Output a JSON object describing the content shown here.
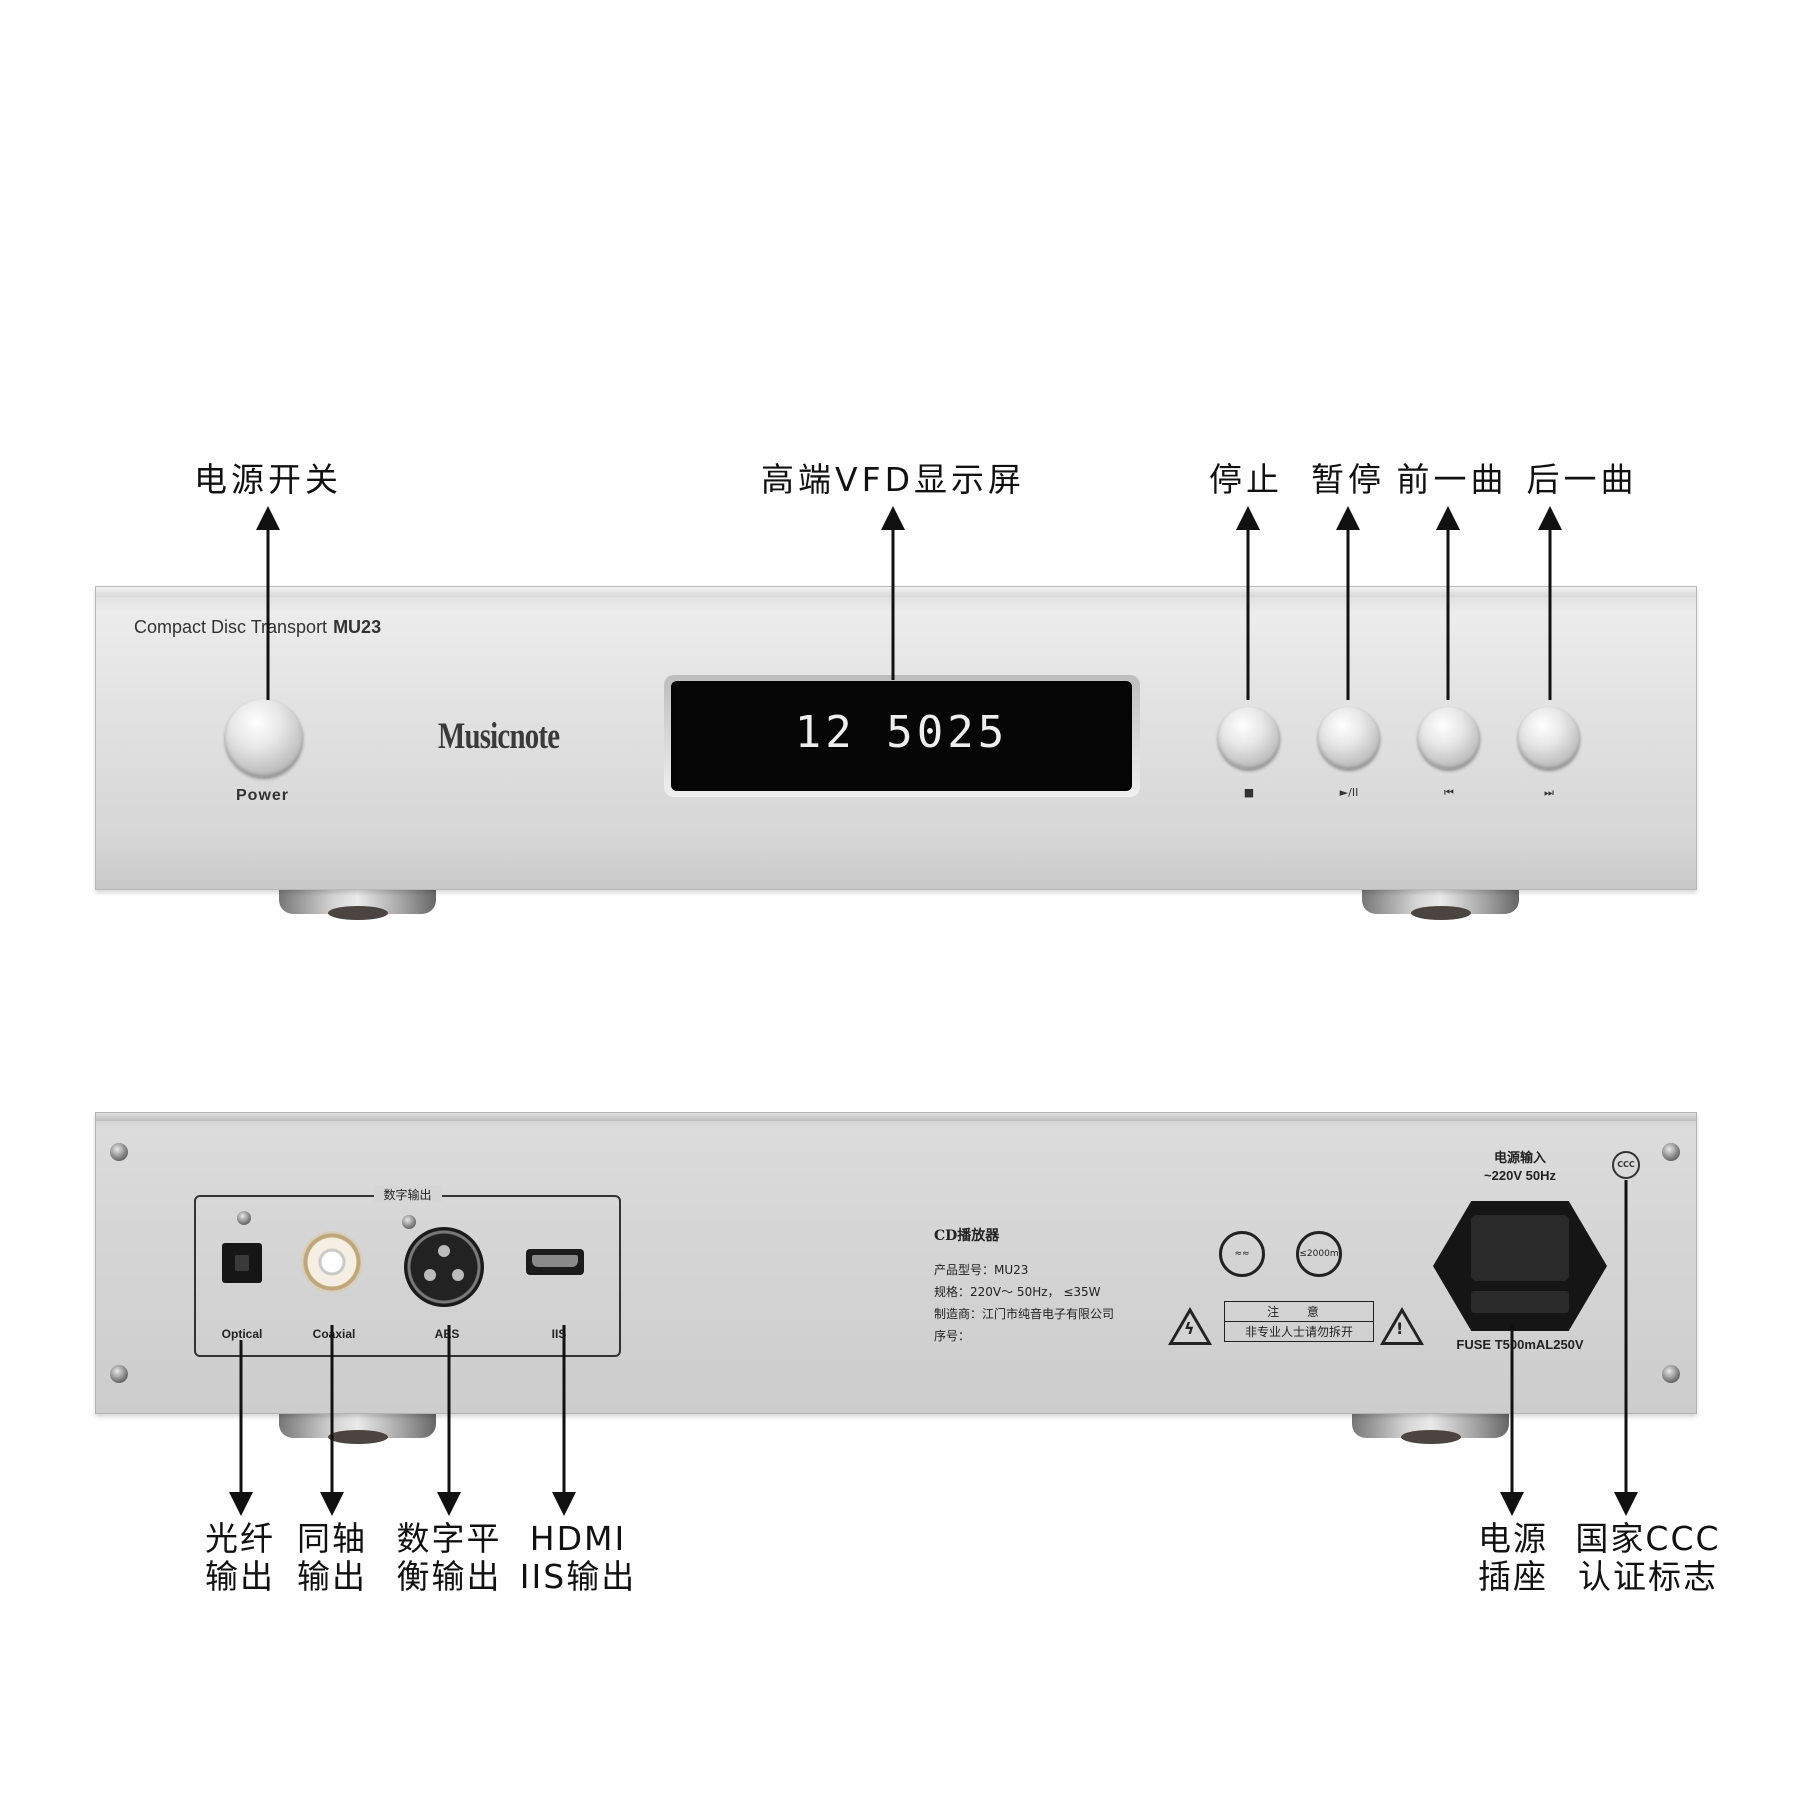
{
  "callouts_top": {
    "power_switch": "电源开关",
    "vfd_display": "高端VFD显示屏",
    "stop": "停止",
    "pause": "暂停",
    "previous": "前一曲",
    "next": "后一曲"
  },
  "front_panel": {
    "model_prefix": "Compact Disc Transport",
    "model": "MU23",
    "brand": "Musicnote",
    "power_label": "Power",
    "display_text": "12 5025",
    "button_symbols": {
      "stop": "■",
      "play_pause": "►/II",
      "previous": "⏮",
      "next": "⏭"
    }
  },
  "rear_panel": {
    "digital_out_title": "数字输出",
    "ports": {
      "optical": "Optical",
      "coaxial": "Coaxial",
      "aes": "AES",
      "iis": "IIS"
    },
    "spec": {
      "title": "CD播放器",
      "model": "产品型号：MU23",
      "rating": "规格：220V～ 50Hz，  ≤35W",
      "maker": "制造商：江门市纯音电子有限公司",
      "serial": "序号："
    },
    "altitude_label": "≤2000m",
    "notice_title": "注 意",
    "notice_text": "非专业人士请勿拆开",
    "power_input_line1": "电源输入",
    "power_input_line2": "~220V 50Hz",
    "fuse": "FUSE T500mAL250V",
    "ccc_mark": "CCC"
  },
  "callouts_bottom": {
    "optical": [
      "光纤",
      "输出"
    ],
    "coaxial": [
      "同轴",
      "输出"
    ],
    "aes": [
      "数字平",
      "衡输出"
    ],
    "hdmi": [
      "HDMI",
      "IIS输出"
    ],
    "power_socket": [
      "电源",
      "插座"
    ],
    "ccc": [
      "国家CCC",
      "认证标志"
    ]
  }
}
